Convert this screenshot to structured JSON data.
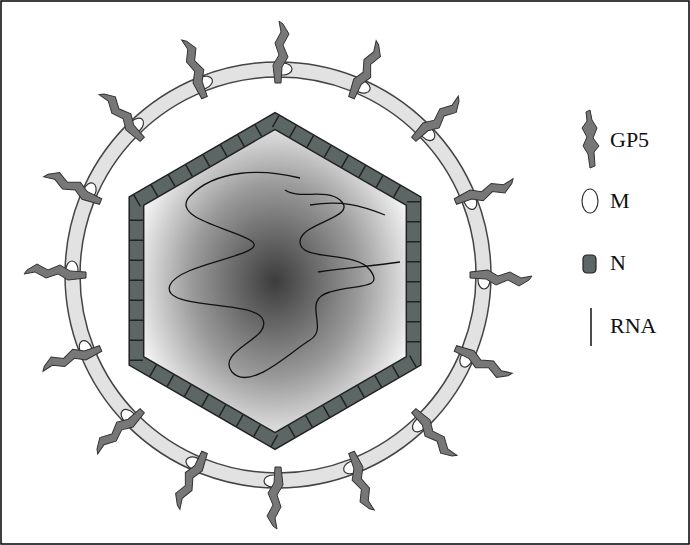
{
  "diagram": {
    "legend": [
      {
        "text": "GP5"
      },
      {
        "text": "M"
      },
      {
        "text": "N"
      },
      {
        "text": "RNA"
      }
    ]
  }
}
